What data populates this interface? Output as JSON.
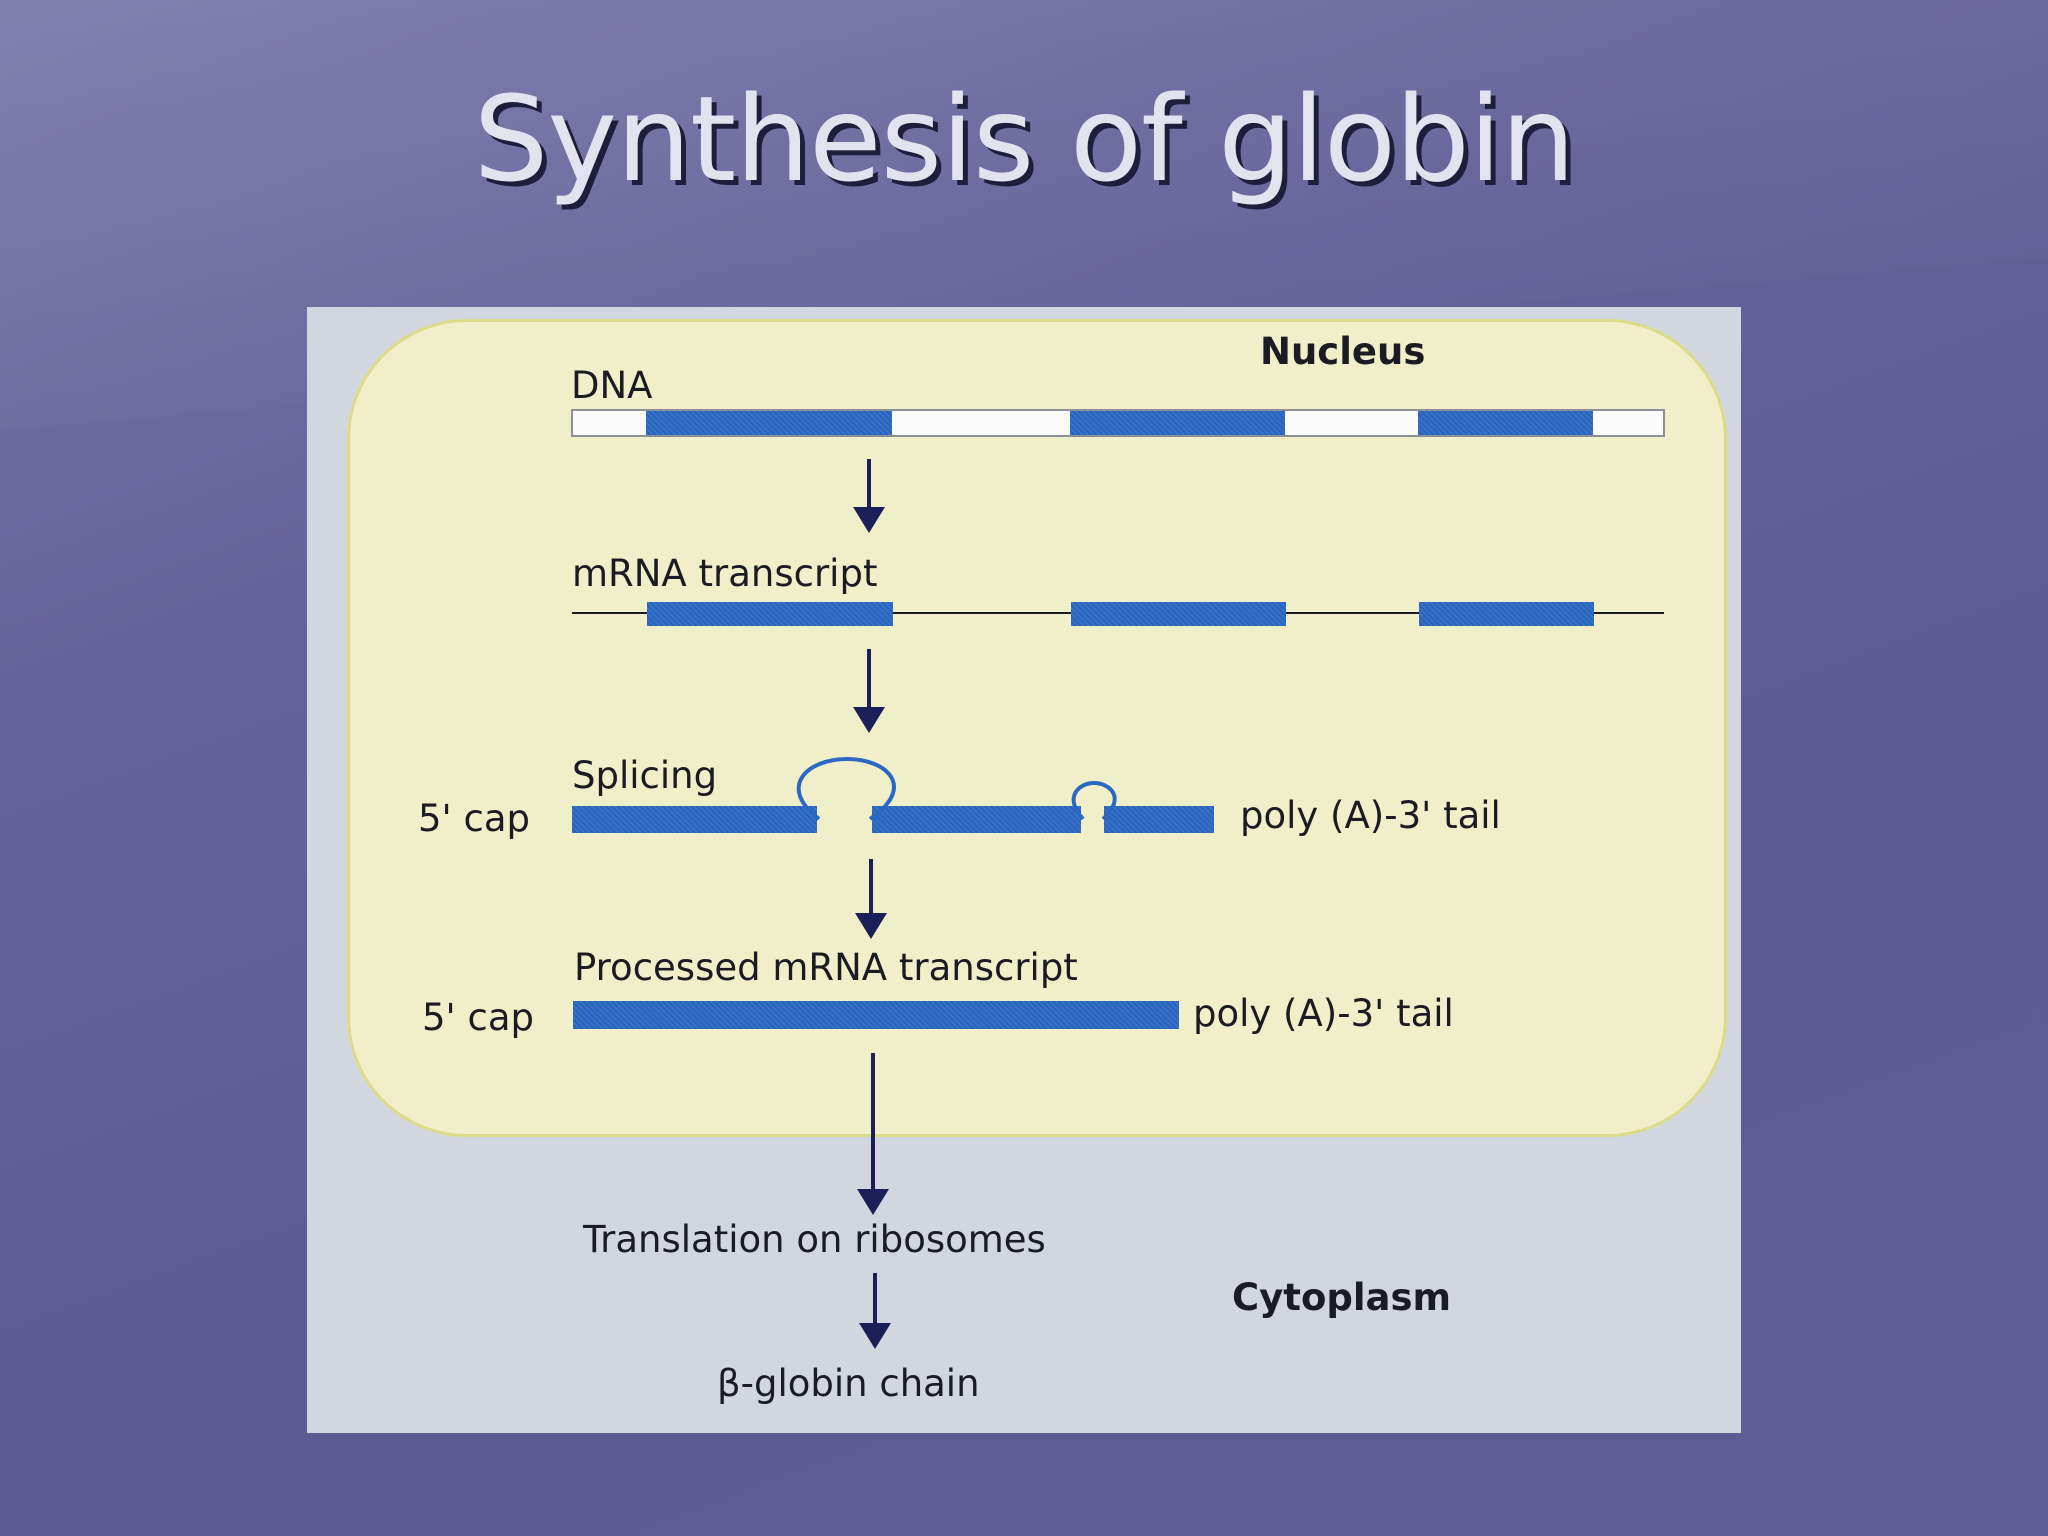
{
  "slide": {
    "title": "Synthesis of globin"
  },
  "figure": {
    "nucleus_label": "Nucleus",
    "cytoplasm_label": "Cytoplasm",
    "steps": {
      "dna": "DNA",
      "mrna_transcript": "mRNA transcript",
      "splicing": "Splicing",
      "processed": "Processed mRNA transcript",
      "translation": "Translation on ribosomes",
      "product": "β-globin chain"
    },
    "ends": {
      "five_prime": "5' cap",
      "three_prime": "poly (A)-3' tail"
    },
    "colors": {
      "exon": "#2b68c4",
      "nucleus_fill": "#f1efc9",
      "cytoplasm_fill": "#d2d7df",
      "arrow": "#1a1f57"
    }
  }
}
